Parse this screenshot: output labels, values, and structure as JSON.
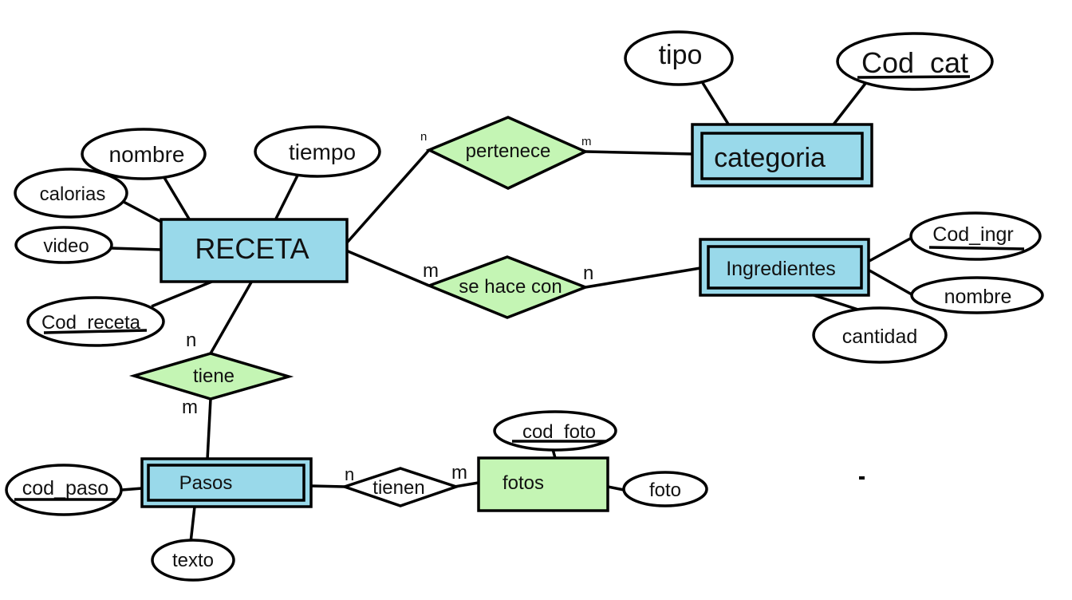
{
  "diagram": {
    "entities": {
      "receta": "RECETA",
      "categoria": "categoria",
      "ingredientes": "Ingredientes",
      "pasos": "Pasos",
      "fotos": "fotos"
    },
    "relationships": {
      "pertenece": "pertenece",
      "se_hace_con": "se hace con",
      "tiene": "tiene",
      "tienen": "tienen"
    },
    "attributes": {
      "nombre_receta": "nombre",
      "tiempo": "tiempo",
      "calorias": "calorias",
      "video": "video",
      "cod_receta": "Cod_receta",
      "tipo": "tipo",
      "cod_cat": "Cod_cat",
      "cod_ingr": "Cod_ingr",
      "nombre_ingr": "nombre",
      "cantidad": "cantidad",
      "cod_paso": "cod_paso",
      "texto": "texto",
      "cod_foto": "cod_foto",
      "foto": "foto"
    },
    "cardinalities": {
      "pertenece_receta": "n",
      "pertenece_categoria": "m",
      "sehace_receta": "m",
      "sehace_ingredientes": "n",
      "tiene_receta": "n",
      "tiene_pasos": "m",
      "tienen_pasos": "n",
      "tienen_fotos": "m"
    },
    "colors": {
      "entity_fill": "#99d9ea",
      "fotos_fill": "#c4f5b4",
      "relationship_fill": "#c4f5b4",
      "stroke": "#000000"
    }
  }
}
